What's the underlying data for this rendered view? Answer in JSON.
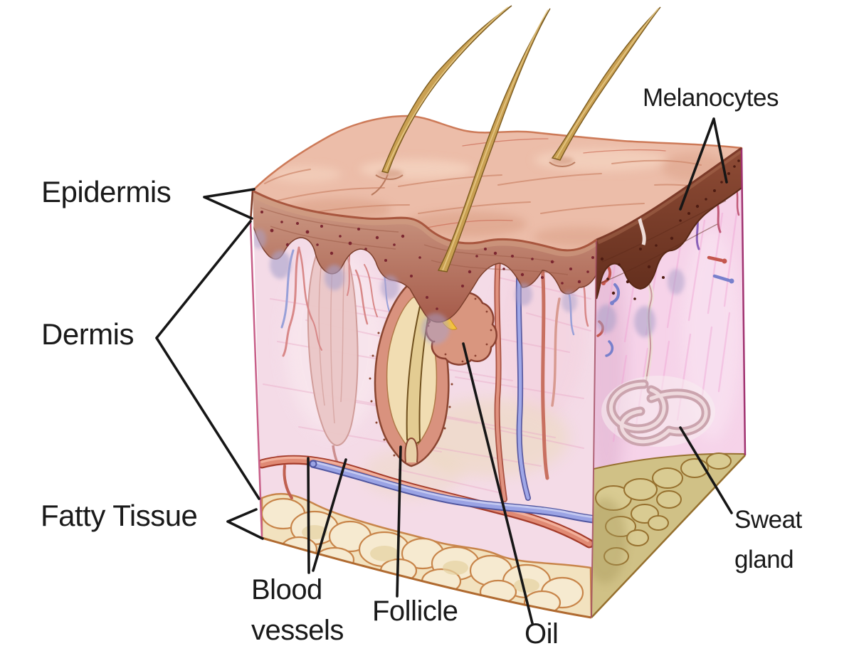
{
  "figure": {
    "type": "anatomical cross-section diagram",
    "subject": "skin"
  },
  "labels": {
    "epidermis": "Epidermis",
    "dermis": "Dermis",
    "fatty_tissue": "Fatty Tissue",
    "blood_vessels": "Blood\nvessels",
    "follicle": "Follicle",
    "oil": "Oil",
    "melanocytes": "Melanocytes",
    "sweat_gland": "Sweat\ngland"
  },
  "palette": {
    "background": "#ffffff",
    "label_text": "#1a1a1a",
    "leader_line": "#161616",
    "skin_surface": "#ecbda9",
    "epidermis_front": "#b06a55",
    "epidermis_side": "#7c3f2c",
    "dermis_face": "#f4dbe7",
    "fatty_tissue": "#f2e2bf",
    "artery": "#e08a74",
    "vein": "#9aa3e4",
    "hair": "#c9a052",
    "oil_gland_duct": "#f5c33b"
  }
}
